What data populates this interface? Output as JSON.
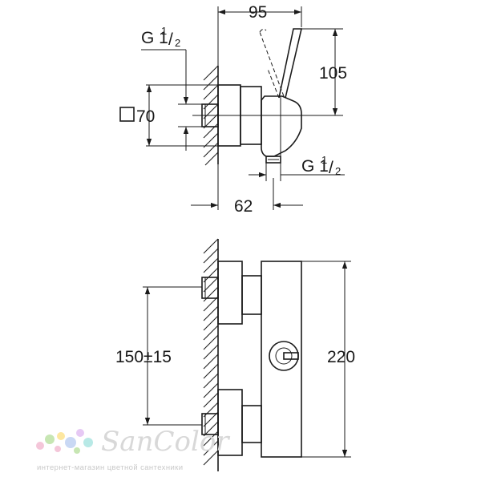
{
  "top_view": {
    "dim_width": "95",
    "dim_height": "105",
    "dim_square": "70",
    "dim_depth": "62",
    "thread_inlet": {
      "main": "G 1",
      "sup": "1",
      "sub": "2"
    },
    "thread_outlet": {
      "main": "G 1",
      "sup": "1",
      "sub": "2"
    }
  },
  "front_view": {
    "dim_centers": "150±15",
    "dim_height": "220"
  },
  "watermark": {
    "brand": "SanColor",
    "tagline": "интернет-магазин цветной сантехники",
    "dot_colors": [
      "#f4c6d9",
      "#c7e6b3",
      "#fde7a0",
      "#c9d8f4",
      "#e6c9f4",
      "#b8e9e6"
    ]
  }
}
